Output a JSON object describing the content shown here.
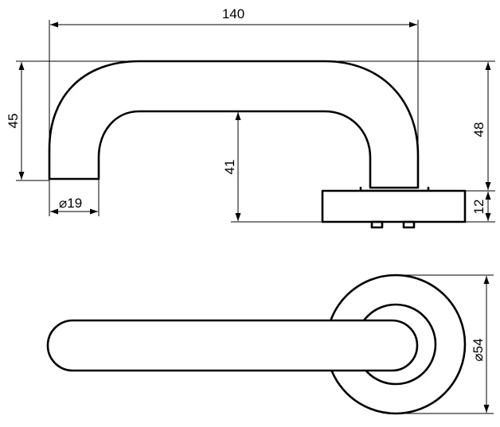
{
  "drawing": {
    "stroke_color": "#000000",
    "background_color": "#ffffff",
    "dimensions": {
      "overall_length": "140",
      "handle_height": "45",
      "inner_height": "41",
      "total_height": "48",
      "rose_height": "12",
      "grip_diameter_prefix": "⌀",
      "grip_diameter": "19",
      "rose_diameter_prefix": "⌀",
      "rose_diameter": "54"
    }
  }
}
